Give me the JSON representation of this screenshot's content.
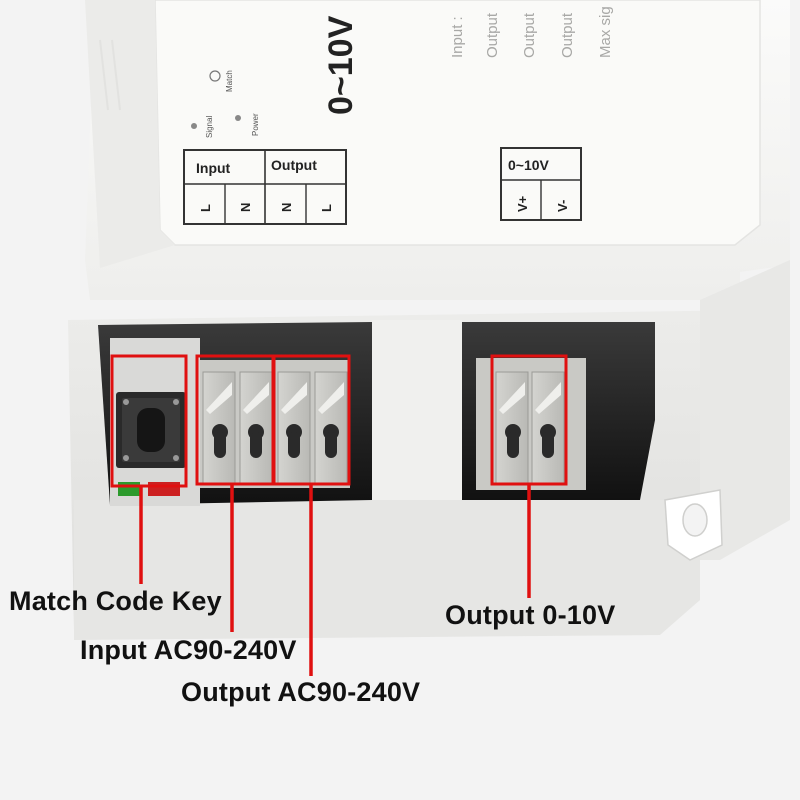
{
  "device": {
    "model_text": "0~10V",
    "spec_lines": [
      "Input :",
      "Output",
      "Output",
      "Output",
      "Max sig"
    ],
    "led_labels": {
      "signal": "Signal",
      "power": "Power",
      "match": "Match"
    },
    "terminal_block_ac": {
      "group_input": "Input",
      "group_output": "Output",
      "pins": [
        "L",
        "N",
        "N",
        "L"
      ]
    },
    "terminal_block_dc": {
      "title": "0~10V",
      "pins": [
        "V+",
        "V-"
      ]
    }
  },
  "callouts": {
    "match_code_key": "Match Code Key",
    "input_ac": "Input AC90-240V",
    "output_ac": "Output AC90-240V",
    "output_0_10v": "Output 0-10V"
  },
  "colors": {
    "callout_red": "#e01010",
    "housing_white": "#f7f7f5",
    "background": "#f3f3f3"
  }
}
